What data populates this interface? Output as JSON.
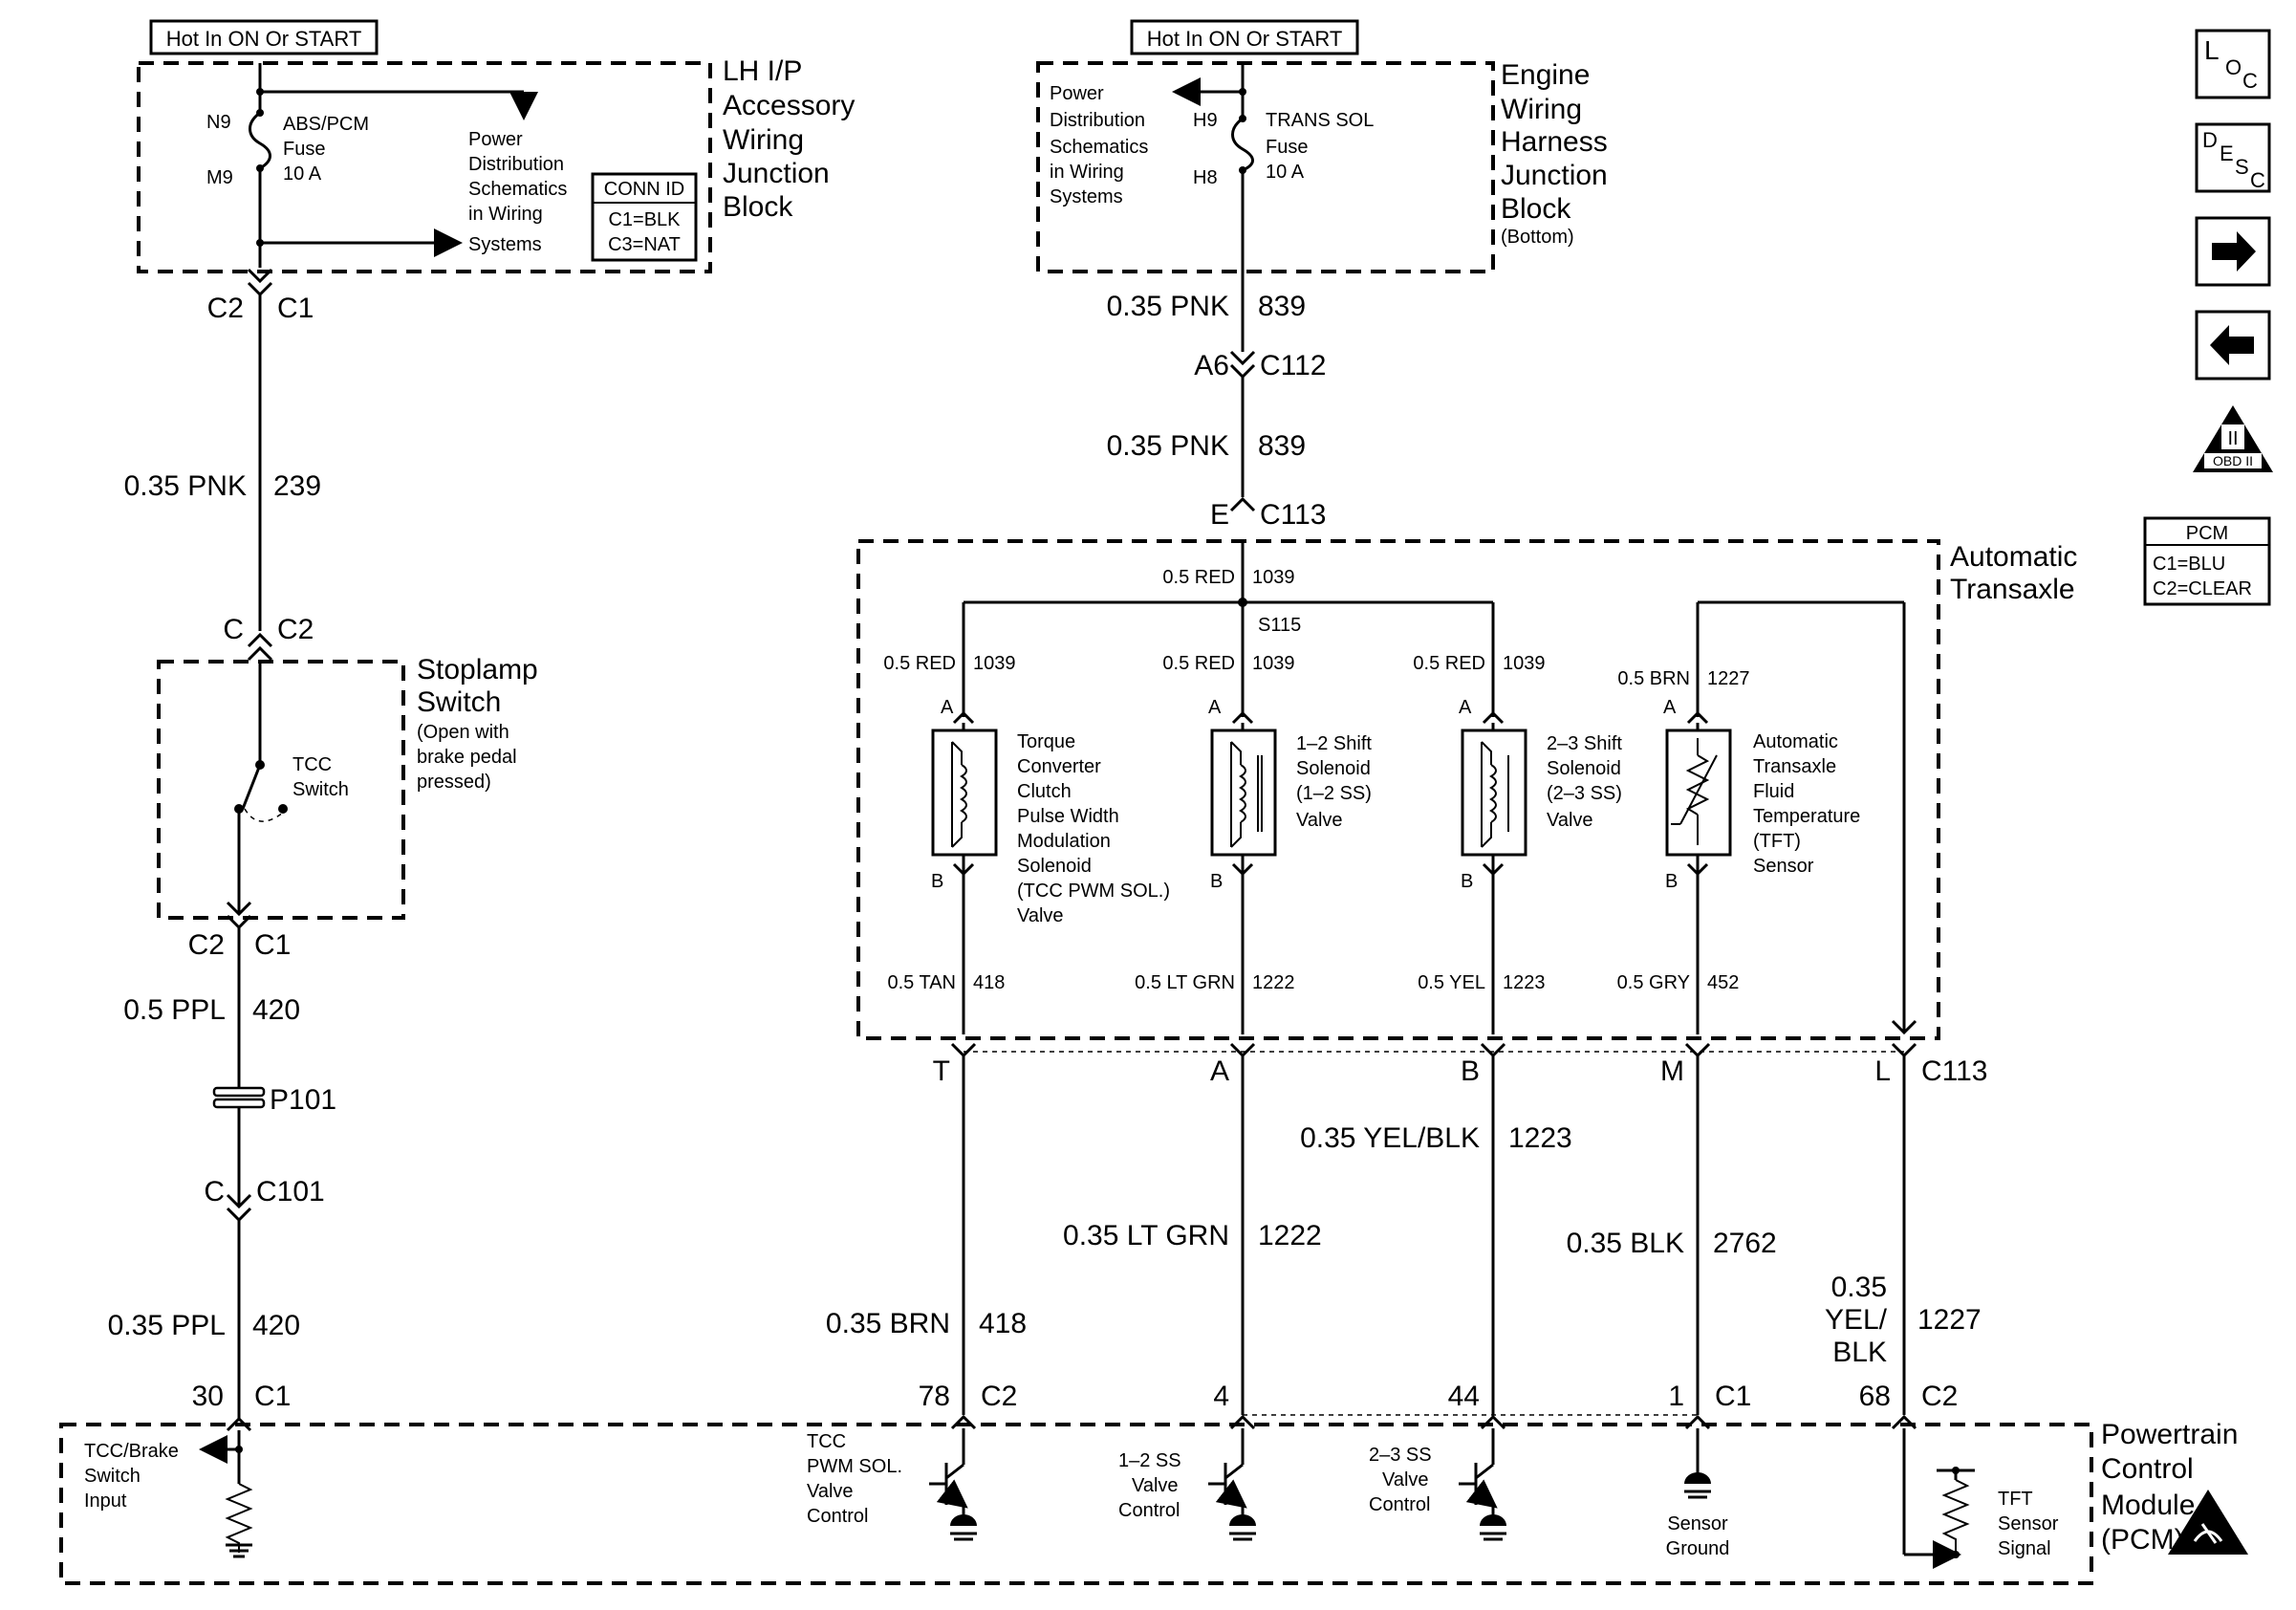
{
  "hot_left": "Hot In ON Or START",
  "hot_right": "Hot In ON Or START",
  "lh_block": {
    "title": [
      "LH I/P",
      "Accessory",
      "Wiring",
      "Junction",
      "Block"
    ],
    "n9": "N9",
    "m9": "M9",
    "fuse": [
      "ABS/PCM",
      "Fuse",
      "10 A"
    ],
    "power_dist": [
      "Power",
      "Distribution",
      "Schematics",
      "in Wiring",
      "Systems"
    ],
    "conn_id": [
      "CONN ID",
      "C1=BLK",
      "C3=NAT"
    ]
  },
  "engine_block": {
    "title": [
      "Engine",
      "Wiring",
      "Harness",
      "Junction",
      "Block"
    ],
    "subtitle": "(Bottom)",
    "power_dist": [
      "Power",
      "Distribution",
      "Schematics",
      "in Wiring",
      "Systems"
    ],
    "h9": "H9",
    "h8": "H8",
    "fuse": [
      "TRANS SOL",
      "Fuse",
      "10 A"
    ]
  },
  "left_circuit": {
    "c2_top": "C2",
    "c1_top": "C1",
    "wire1_color": "0.35 PNK",
    "wire1_num": "239",
    "c_mid": "C",
    "c2_mid": "C2",
    "c2_low": "C2",
    "c1_low": "C1",
    "wire2_color": "0.5 PPL",
    "wire2_num": "420",
    "p101": "P101",
    "c_c101": "C",
    "c101": "C101",
    "wire3_color": "0.35 PPL",
    "wire3_num": "420",
    "pin30": "30",
    "c1_pcm": "C1"
  },
  "stoplamp": {
    "title": [
      "Stoplamp",
      "Switch"
    ],
    "note": [
      "(Open with",
      "brake pedal",
      "pressed)"
    ],
    "tcc": [
      "TCC",
      "Switch"
    ]
  },
  "feed": {
    "w1_color": "0.35 PNK",
    "w1_num": "839",
    "a6": "A6",
    "c112": "C112",
    "w2_color": "0.35 PNK",
    "w2_num": "839",
    "e": "E",
    "c113": "C113"
  },
  "transaxle": {
    "title": [
      "Automatic",
      "Transaxle"
    ],
    "feed_color": "0.5 RED",
    "feed_num": "1039",
    "splice": "S115",
    "branch": [
      {
        "color": "0.5 RED",
        "num": "1039"
      },
      {
        "color": "0.5 RED",
        "num": "1039"
      },
      {
        "color": "0.5 RED",
        "num": "1039"
      },
      {
        "color": "0.5 BRN",
        "num": "1227"
      }
    ],
    "pin_a": "A",
    "pin_b": "B",
    "components": [
      [
        "Torque",
        "Converter",
        "Clutch",
        "Pulse Width",
        "Modulation",
        "Solenoid",
        "(TCC PWM SOL.)",
        "Valve"
      ],
      [
        "1–2 Shift",
        "Solenoid",
        "(1–2 SS)",
        "Valve"
      ],
      [
        "2–3 Shift",
        "Solenoid",
        "(2–3 SS)",
        "Valve"
      ],
      [
        "Automatic",
        "Transaxle",
        "Fluid",
        "Temperature",
        "(TFT)",
        "Sensor"
      ]
    ],
    "bottom_wires": [
      {
        "color": "0.5 TAN",
        "num": "418"
      },
      {
        "color": "0.5 LT GRN",
        "num": "1222"
      },
      {
        "color": "0.5 YEL",
        "num": "1223"
      },
      {
        "color": "0.5 GRY",
        "num": "452"
      }
    ],
    "c113_pins": [
      "T",
      "A",
      "B",
      "M",
      "L"
    ],
    "c113": "C113"
  },
  "harness": {
    "brn": {
      "color": "0.35 BRN",
      "num": "418"
    },
    "ltgrn": {
      "color": "0.35 LT GRN",
      "num": "1222"
    },
    "yelblk": {
      "color": "0.35 YEL/BLK",
      "num": "1223"
    },
    "blk": {
      "color": "0.35 BLK",
      "num": "2762"
    },
    "tft": {
      "color": [
        "0.35",
        "YEL/",
        "BLK"
      ],
      "num": "1227"
    }
  },
  "pcm_pins": {
    "p78": "78",
    "c2a": "C2",
    "p4": "4",
    "p44": "44",
    "p1": "1",
    "c1": "C1",
    "p68": "68",
    "c2b": "C2"
  },
  "pcm": {
    "title": [
      "Powertrain",
      "Control",
      "Module",
      "(PCM)"
    ],
    "tcc_brake": [
      "TCC/Brake",
      "Switch",
      "Input"
    ],
    "tcc_pwm": [
      "TCC",
      "PWM SOL.",
      "Valve",
      "Control"
    ],
    "ss12": [
      "1–2 SS",
      "Valve",
      "Control"
    ],
    "ss23": [
      "2–3 SS",
      "Valve",
      "Control"
    ],
    "sensor_ground": [
      "Sensor",
      "Ground"
    ],
    "tft_signal": [
      "TFT",
      "Sensor",
      "Signal"
    ]
  },
  "icons": {
    "loc": [
      "L",
      "O",
      "C"
    ],
    "desc": [
      "D",
      "E",
      "S",
      "C"
    ],
    "obd": "OBD II",
    "obd_roman": "II"
  },
  "pcm_legend": [
    "PCM",
    "C1=BLU",
    "C2=CLEAR"
  ]
}
